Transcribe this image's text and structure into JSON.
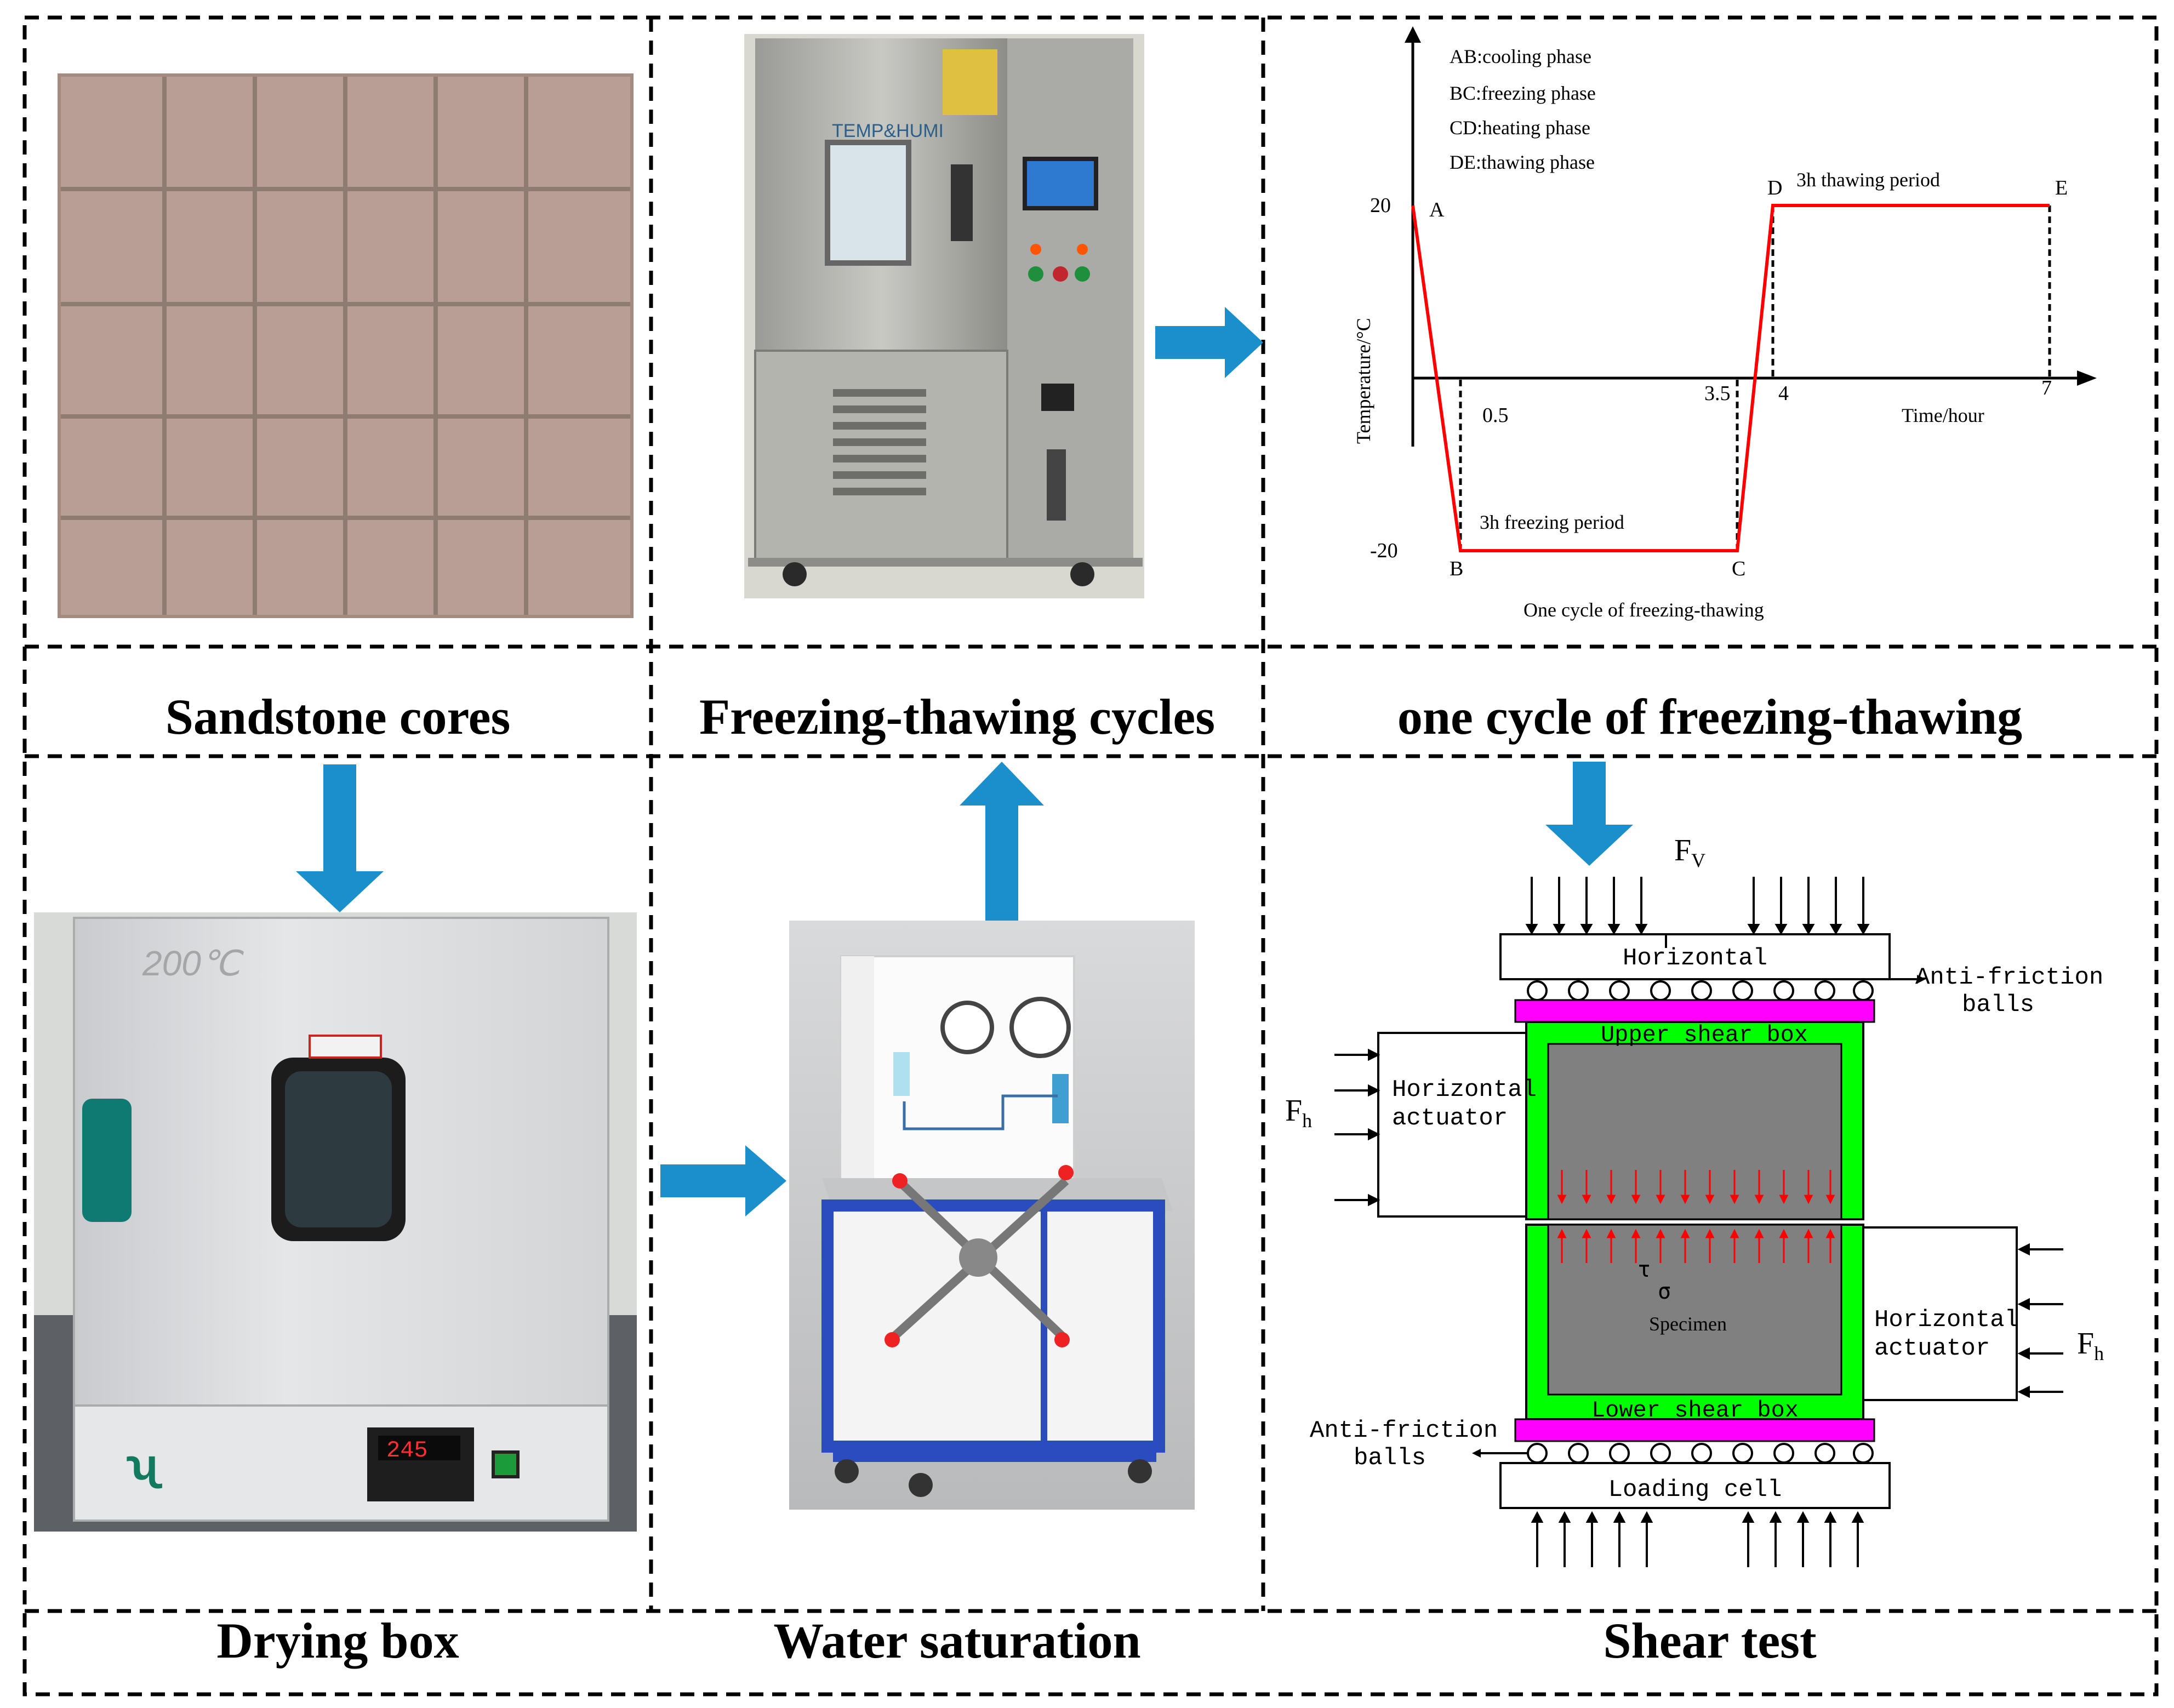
{
  "captions": {
    "sandstone": "Sandstone cores",
    "freezing_cycles": "Freezing-thawing cycles",
    "one_cycle": "one cycle of freezing-thawing",
    "drying": "Drying box",
    "water": "Water saturation",
    "shear": "Shear test"
  },
  "chamber": {
    "brand": "TEMP&HUMI"
  },
  "oven": {
    "handwriting": "200℃",
    "display": "245"
  },
  "chart_data": {
    "type": "line",
    "title": "One cycle of freezing-thawing",
    "xlabel": "Time/hour",
    "ylabel": "Temperature/°C",
    "x": [
      0,
      0.5,
      3.5,
      4,
      7
    ],
    "y": [
      20,
      -20,
      -20,
      20,
      20
    ],
    "point_labels": [
      "A",
      "B",
      "C",
      "D",
      "E"
    ],
    "x_ticks": [
      "0.5",
      "3.5",
      "4",
      "7"
    ],
    "y_ticks": [
      "20",
      "-20"
    ],
    "phases": [
      "AB:cooling phase",
      "BC:freezing phase",
      "CD:heating phase",
      "DE:thawing phase"
    ],
    "annotations": [
      "3h freezing period",
      "3h thawing period"
    ],
    "line_color": "#ff0000"
  },
  "shear": {
    "fv": "F",
    "fv_sub": "V",
    "fh": "F",
    "fh_sub": "h",
    "horizontal": "Horizontal",
    "anti_friction_1": "Anti-friction",
    "balls": "balls",
    "upper_box": "Upper shear box",
    "lower_box": "Lower shear box",
    "horizontal_actuator_1": "Horizontal",
    "actuator": "actuator",
    "tau": "τ",
    "sigma": "σ",
    "specimen": "Specimen",
    "loading_cell": "Loading cell"
  },
  "colors": {
    "arrow": "#1b8fcc",
    "green_box": "#00ff00",
    "magenta_plate": "#ff00ff",
    "specimen": "#808080",
    "red": "#ff0000"
  }
}
